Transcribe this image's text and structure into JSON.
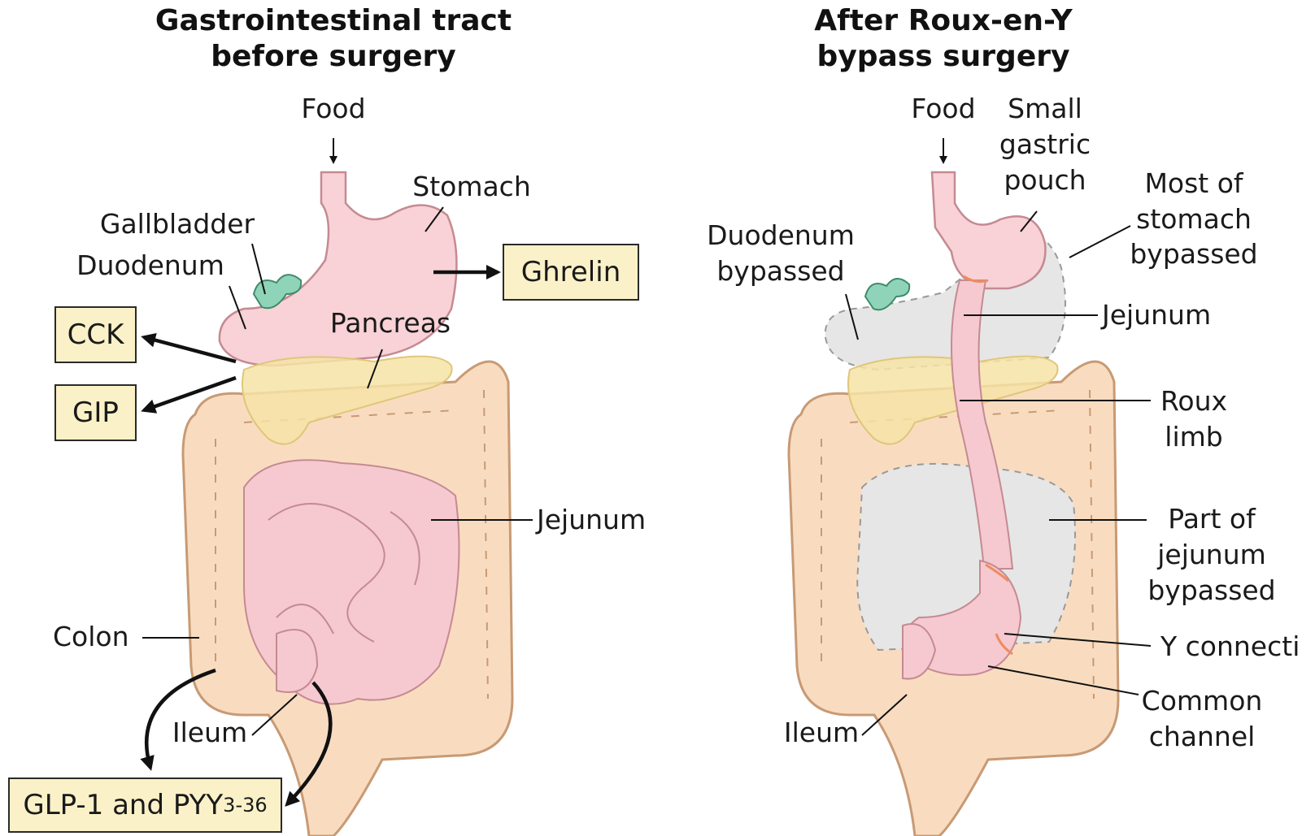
{
  "left_panel": {
    "title_line1": "Gastrointestinal tract",
    "title_line2": "before surgery",
    "labels": {
      "food": "Food",
      "stomach": "Stomach",
      "gallbladder": "Gallbladder",
      "duodenum": "Duodenum",
      "pancreas": "Pancreas",
      "jejunum": "Jejunum",
      "colon": "Colon",
      "ileum": "Ileum"
    },
    "hormones": {
      "ghrelin": "Ghrelin",
      "cck": "CCK",
      "gip": "GIP",
      "glp1_pyy": "GLP-1 and PYY",
      "glp1_pyy_subscript": "3-36"
    }
  },
  "right_panel": {
    "title_line1": "After Roux-en-Y",
    "title_line2": "bypass surgery",
    "labels": {
      "food": "Food",
      "small_gastric_pouch_1": "Small",
      "small_gastric_pouch_2": "gastric",
      "small_gastric_pouch_3": "pouch",
      "most_of_stomach_1": "Most of",
      "most_of_stomach_2": "stomach",
      "most_of_stomach_3": "bypassed",
      "duodenum_bypassed_1": "Duodenum",
      "duodenum_bypassed_2": "bypassed",
      "jejunum": "Jejunum",
      "roux_limb_1": "Roux",
      "roux_limb_2": "limb",
      "part_of_jejunum_1": "Part of",
      "part_of_jejunum_2": "jejunum",
      "part_of_jejunum_3": "bypassed",
      "y_connection": "Y connecti",
      "common_channel_1": "Common",
      "common_channel_2": "channel",
      "ileum": "Ileum"
    }
  },
  "colors": {
    "colon_fill": "#f9dcc0",
    "colon_stroke": "#c89a74",
    "stomach_fill": "#f8d2d6",
    "intestine_fill": "#f5c9cf",
    "pancreas_fill": "#f6e3a6",
    "gallbladder_fill": "#8fd4b8",
    "bypassed_fill": "#e6e6e6",
    "hormone_box": "#fbf1c8",
    "staple_line": "#f08a5d"
  }
}
